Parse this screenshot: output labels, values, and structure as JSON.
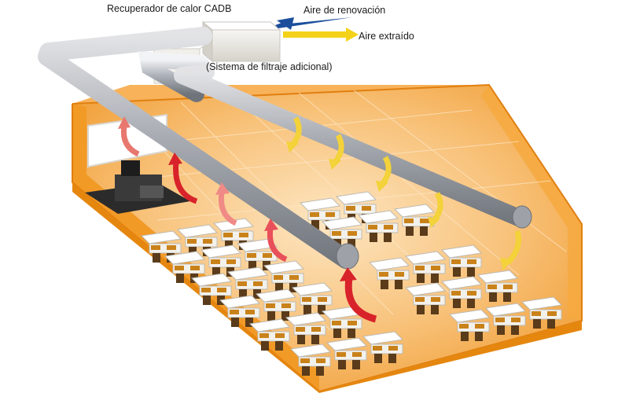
{
  "labels": {
    "heat_recovery_unit": "Recuperador de calor CADB",
    "fresh_air": "Aire de renovación",
    "extracted_air": "Aire extraído",
    "extra_filtration": "(Sistema de filtraje adicional)"
  },
  "colors": {
    "room_orange": "#f39a1e",
    "floor_glow": "#fbd9a4",
    "duct_metal": "#b9bcc2",
    "fresh_air_arrow": "#1b4f9c",
    "extracted_air_arrow": "#f4d21a",
    "supply_arrow": "#f3d23a",
    "return_arrow": "#d8232a"
  },
  "icons": {
    "supply": "yellow-supply-arrow-icon",
    "extract": "red-extract-arrow-icon",
    "desk": "desk-with-chairs-icon",
    "teacher": "teacher-desk-computer-icon"
  }
}
